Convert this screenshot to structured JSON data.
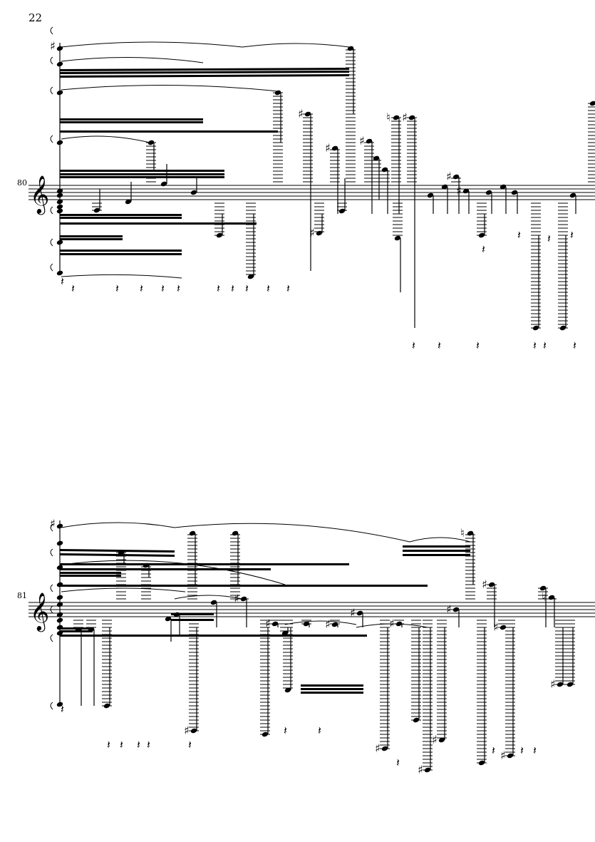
{
  "page": {
    "number": "22"
  },
  "systems": [
    {
      "measure": "80"
    },
    {
      "measure": "81"
    }
  ],
  "glyphs": {
    "sharp": "♯",
    "natural": "♮",
    "clef": "𝄞",
    "rest": "𝄽"
  },
  "colors": {
    "ink": "#000000",
    "paper": "#ffffff"
  }
}
